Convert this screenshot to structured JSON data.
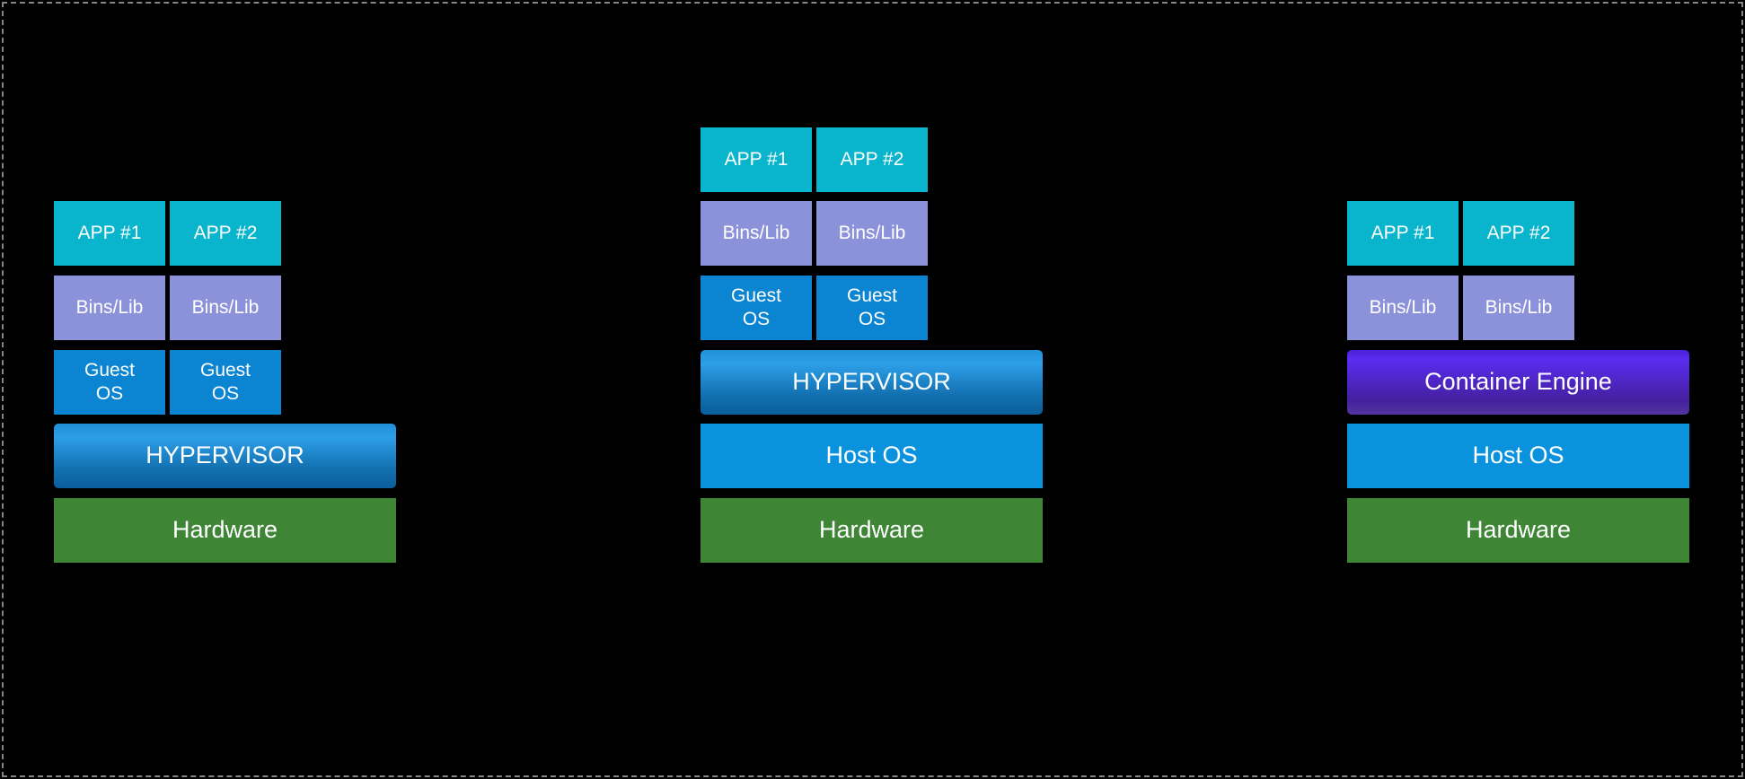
{
  "diagram": {
    "title": "virtualization-vs-containers-architecture",
    "background_color": "#000000",
    "frame_border_color": "#858585",
    "text_color": "#ffffff",
    "colors": {
      "app": "#08b5cc",
      "bins_lib": "#8b92da",
      "guest_os": "#0b85d2",
      "host_os": "#0a93dc",
      "hardware": "#3e8535",
      "hypervisor_gradient": [
        "#2090d8",
        "#2d9ee8",
        "#1372b2",
        "#0a5e9b"
      ],
      "container_engine_gradient": [
        "#4b21da",
        "#5a2cf0",
        "#44209f",
        "#53369f"
      ]
    },
    "stacks": [
      {
        "name": "bare-metal-hypervisor-stack",
        "rows": [
          {
            "type": "pair",
            "labels": [
              "APP #1",
              "APP #2"
            ],
            "color": "app"
          },
          {
            "type": "pair",
            "labels": [
              "Bins/Lib",
              "Bins/Lib"
            ],
            "color": "bins_lib"
          },
          {
            "type": "pair",
            "labels": [
              "Guest\nOS",
              "Guest\nOS"
            ],
            "color": "guest_os"
          },
          {
            "type": "full",
            "label": "HYPERVISOR",
            "color": "hypervisor"
          },
          {
            "type": "full",
            "label": "Hardware",
            "color": "hardware"
          }
        ]
      },
      {
        "name": "hosted-hypervisor-stack",
        "rows": [
          {
            "type": "pair",
            "labels": [
              "APP #1",
              "APP #2"
            ],
            "color": "app"
          },
          {
            "type": "pair",
            "labels": [
              "Bins/Lib",
              "Bins/Lib"
            ],
            "color": "bins_lib"
          },
          {
            "type": "pair",
            "labels": [
              "Guest\nOS",
              "Guest\nOS"
            ],
            "color": "guest_os"
          },
          {
            "type": "full",
            "label": "HYPERVISOR",
            "color": "hypervisor"
          },
          {
            "type": "full",
            "label": "Host OS",
            "color": "host_os"
          },
          {
            "type": "full",
            "label": "Hardware",
            "color": "hardware"
          }
        ]
      },
      {
        "name": "container-engine-stack",
        "rows": [
          {
            "type": "pair",
            "labels": [
              "APP #1",
              "APP #2"
            ],
            "color": "app"
          },
          {
            "type": "pair",
            "labels": [
              "Bins/Lib",
              "Bins/Lib"
            ],
            "color": "bins_lib"
          },
          {
            "type": "full",
            "label": "Container Engine",
            "color": "container_engine"
          },
          {
            "type": "full",
            "label": "Host OS",
            "color": "host_os"
          },
          {
            "type": "full",
            "label": "Hardware",
            "color": "hardware"
          }
        ]
      }
    ]
  }
}
